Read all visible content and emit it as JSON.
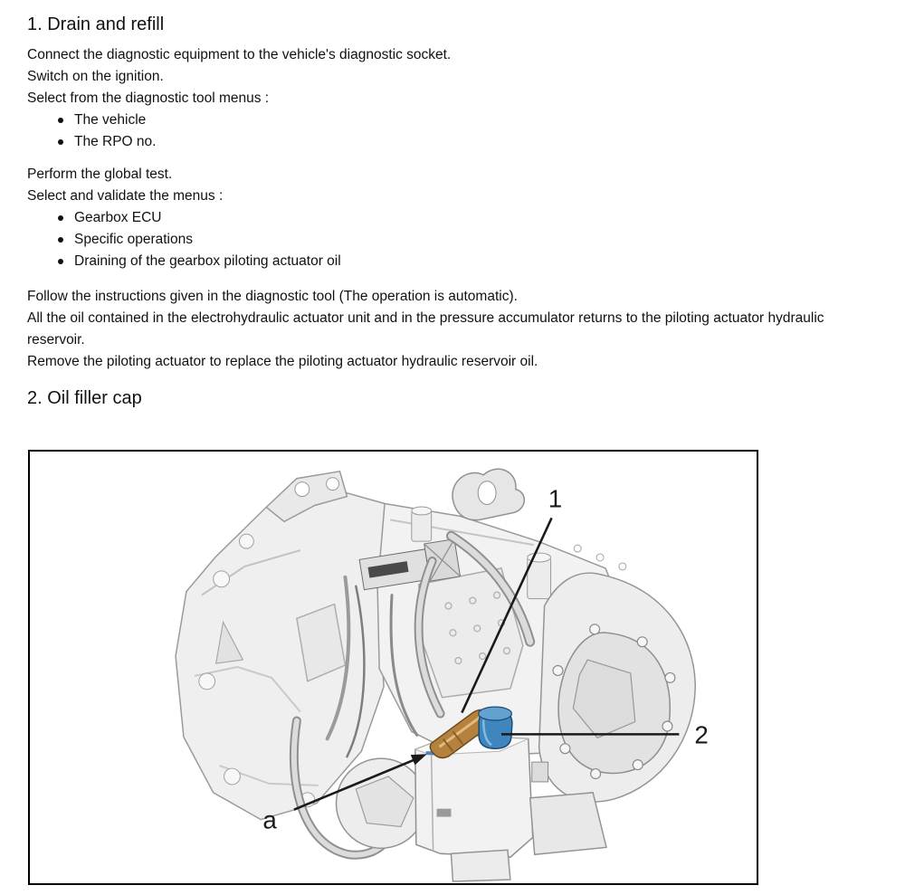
{
  "s1": {
    "heading": "1. Drain and refill",
    "p1": [
      "Connect the diagnostic equipment to the vehicle's diagnostic socket.",
      "Switch on the ignition.",
      "Select from the diagnostic tool menus :"
    ],
    "list1": [
      "The vehicle",
      "The RPO no."
    ],
    "p2": [
      "Perform the global test.",
      "Select and validate the menus :"
    ],
    "list2": [
      "Gearbox ECU",
      "Specific operations",
      "Draining of the gearbox piloting actuator oil"
    ],
    "p3": [
      "Follow the instructions given in the diagnostic tool (The operation is automatic).",
      "All the oil contained in the electrohydraulic actuator unit and in the pressure accumulator returns to the piloting actuator hydraulic",
      "reservoir.",
      "Remove the piloting actuator to replace the piloting actuator hydraulic reservoir oil."
    ]
  },
  "s2": {
    "heading": "2. Oil filler cap"
  },
  "figure": {
    "callout_1": "1",
    "callout_2": "2",
    "callout_a": "a",
    "colors": {
      "dipstick": "#b5823e",
      "dipstick_outline": "#6b4a1e",
      "cap_body": "#3f86be",
      "cap_top": "#63a1d0",
      "cap_outline": "#1c4a73",
      "level_mark": "#4a86c8",
      "callout": "#1a1a1a"
    }
  }
}
